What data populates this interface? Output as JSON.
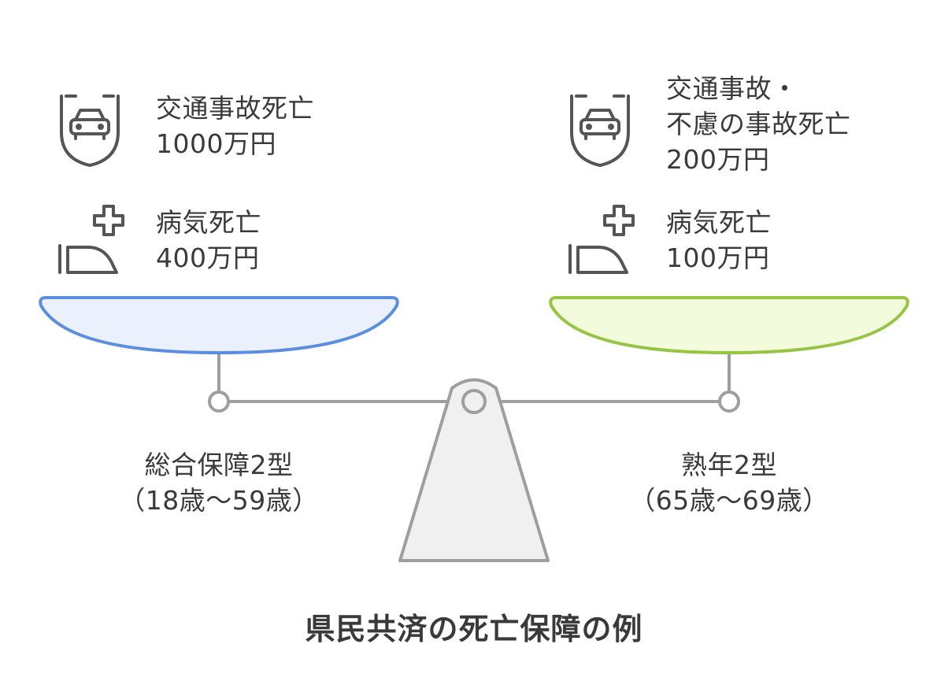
{
  "title": "県民共済の死亡保障の例",
  "left_plan": {
    "name": "総合保障2型\n（18歳〜59歳）",
    "accident_label": "交通事故死亡\n1000万円",
    "illness_label": "病気死亡\n400万円",
    "accident_icon": "car-shield-icon",
    "illness_icon": "medical-bed-icon",
    "pan_fill": "#eaf1fd",
    "pan_stroke": "#5b8ee0"
  },
  "right_plan": {
    "name": "熟年2型\n（65歳〜69歳）",
    "accident_label": "交通事故・\n不慮の事故死亡\n200万円",
    "illness_label": "病気死亡\n100万円",
    "accident_icon": "car-shield-icon",
    "illness_icon": "medical-bed-icon",
    "pan_fill": "#f3fbdd",
    "pan_stroke": "#96c443"
  },
  "scale": {
    "stroke": "#9e9e9e",
    "base_fill": "#f0f0f0"
  }
}
